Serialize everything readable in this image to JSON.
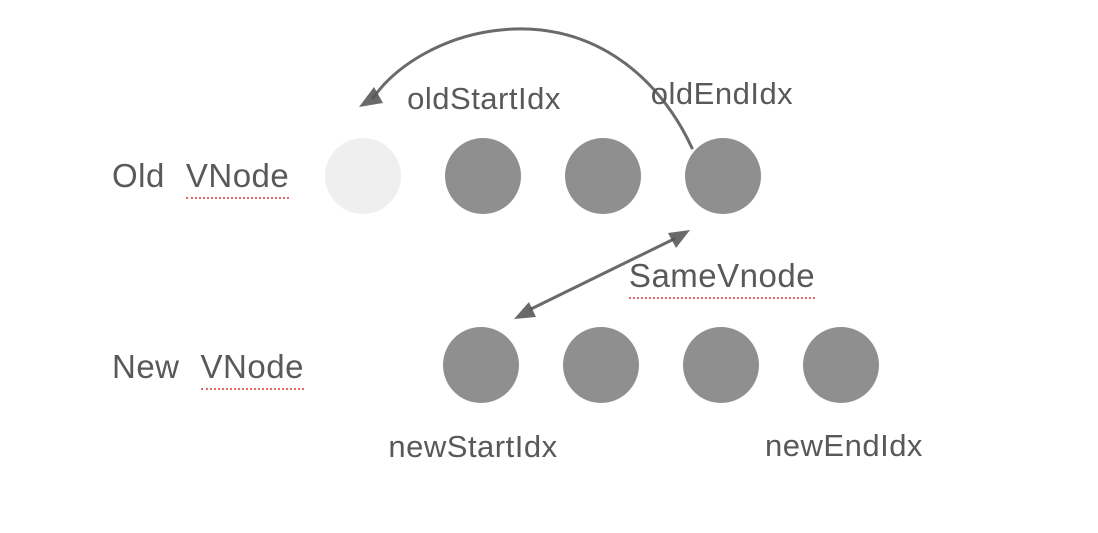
{
  "diagram": {
    "old_row": {
      "label_prefix": "Old",
      "label_link": "VNode",
      "nodes": [
        {
          "state": "faded"
        },
        {
          "state": "filled"
        },
        {
          "state": "filled"
        },
        {
          "state": "filled"
        }
      ]
    },
    "new_row": {
      "label_prefix": "New",
      "label_link": "VNode",
      "nodes": [
        {
          "state": "filled"
        },
        {
          "state": "filled"
        },
        {
          "state": "filled"
        },
        {
          "state": "filled"
        }
      ]
    },
    "annotations": {
      "old_start": "oldStartIdx",
      "old_end": "oldEndIdx",
      "new_start": "newStartIdx",
      "new_end": "newEndIdx",
      "same_vnode": "SameVnode"
    },
    "arrows": [
      {
        "name": "curved-arrow",
        "description": "curved arrow from top of last old node to left of oldStartIdx label"
      },
      {
        "name": "double-headed-arrow",
        "description": "double-headed arrow between last old node and start of new row, labeled SameVnode"
      }
    ],
    "colors": {
      "node_filled": "#8f8f8f",
      "node_faded": "#efefef",
      "text": "#595959",
      "arrow": "#555555",
      "underline": "#e06767",
      "background": "#ffffff"
    }
  }
}
